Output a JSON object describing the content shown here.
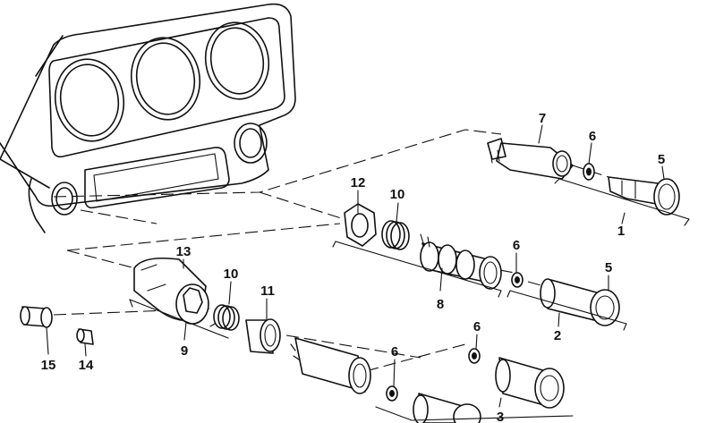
{
  "callouts": [
    {
      "id": "c1",
      "text": "1"
    },
    {
      "id": "c2",
      "text": "2"
    },
    {
      "id": "c3",
      "text": "3"
    },
    {
      "id": "c5a",
      "text": "5"
    },
    {
      "id": "c5b",
      "text": "5"
    },
    {
      "id": "c6a",
      "text": "6"
    },
    {
      "id": "c6b",
      "text": "6"
    },
    {
      "id": "c6c",
      "text": "6"
    },
    {
      "id": "c6d",
      "text": "6"
    },
    {
      "id": "c7",
      "text": "7"
    },
    {
      "id": "c8",
      "text": "8"
    },
    {
      "id": "c9",
      "text": "9"
    },
    {
      "id": "c10a",
      "text": "10"
    },
    {
      "id": "c10b",
      "text": "10"
    },
    {
      "id": "c11",
      "text": "11"
    },
    {
      "id": "c12",
      "text": "12"
    },
    {
      "id": "c13",
      "text": "13"
    },
    {
      "id": "c14",
      "text": "14"
    },
    {
      "id": "c15",
      "text": "15"
    }
  ]
}
